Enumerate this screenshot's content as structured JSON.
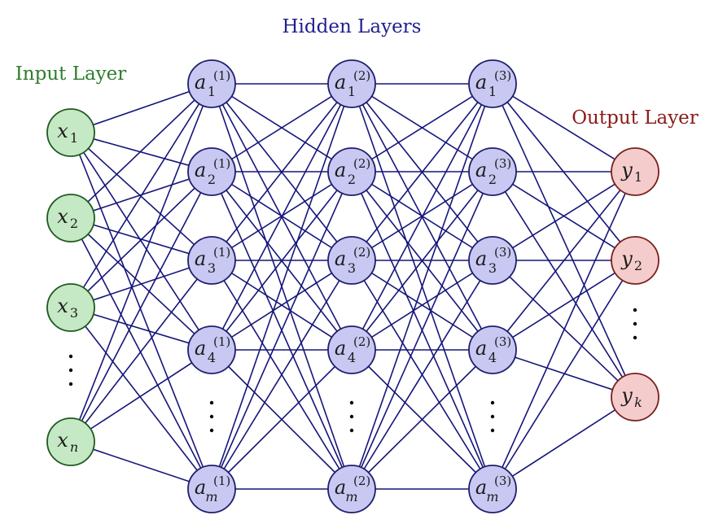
{
  "labels": {
    "hidden": "Hidden Layers",
    "input": "Input Layer",
    "output": "Output Layer"
  },
  "colors": {
    "edge": "#15157a",
    "input_fill": "#c5e8c5",
    "input_stroke": "#1f5a1f",
    "hidden_fill": "#c8c8f2",
    "hidden_stroke": "#1e1e6e",
    "output_fill": "#f5cccc",
    "output_stroke": "#7a1f1f",
    "input_label": "#2e7d2e",
    "hidden_label": "#1f1f8f",
    "output_label": "#8b1a1a"
  },
  "layers": {
    "input": {
      "nodes": [
        {
          "base": "x",
          "sub": "1"
        },
        {
          "base": "x",
          "sub": "2"
        },
        {
          "base": "x",
          "sub": "3"
        },
        {
          "ellipsis": true
        },
        {
          "base": "x",
          "sub": "n",
          "sub_italic": true
        }
      ]
    },
    "hidden1": {
      "nodes": [
        {
          "base": "a",
          "sub": "1",
          "sup": "(1)"
        },
        {
          "base": "a",
          "sub": "2",
          "sup": "(1)"
        },
        {
          "base": "a",
          "sub": "3",
          "sup": "(1)"
        },
        {
          "base": "a",
          "sub": "4",
          "sup": "(1)"
        },
        {
          "ellipsis": true
        },
        {
          "base": "a",
          "sub": "m",
          "sup": "(1)",
          "sub_italic": true
        }
      ]
    },
    "hidden2": {
      "nodes": [
        {
          "base": "a",
          "sub": "1",
          "sup": "(2)"
        },
        {
          "base": "a",
          "sub": "2",
          "sup": "(2)"
        },
        {
          "base": "a",
          "sub": "3",
          "sup": "(2)"
        },
        {
          "base": "a",
          "sub": "4",
          "sup": "(2)"
        },
        {
          "ellipsis": true
        },
        {
          "base": "a",
          "sub": "m",
          "sup": "(2)",
          "sub_italic": true
        }
      ]
    },
    "hidden3": {
      "nodes": [
        {
          "base": "a",
          "sub": "1",
          "sup": "(3)"
        },
        {
          "base": "a",
          "sub": "2",
          "sup": "(3)"
        },
        {
          "base": "a",
          "sub": "3",
          "sup": "(3)"
        },
        {
          "base": "a",
          "sub": "4",
          "sup": "(3)"
        },
        {
          "ellipsis": true
        },
        {
          "base": "a",
          "sub": "m",
          "sup": "(3)",
          "sub_italic": true
        }
      ]
    },
    "output": {
      "nodes": [
        {
          "base": "y",
          "sub": "1"
        },
        {
          "base": "y",
          "sub": "2"
        },
        {
          "ellipsis": true
        },
        {
          "base": "y",
          "sub": "k",
          "sub_italic": true
        }
      ]
    }
  }
}
